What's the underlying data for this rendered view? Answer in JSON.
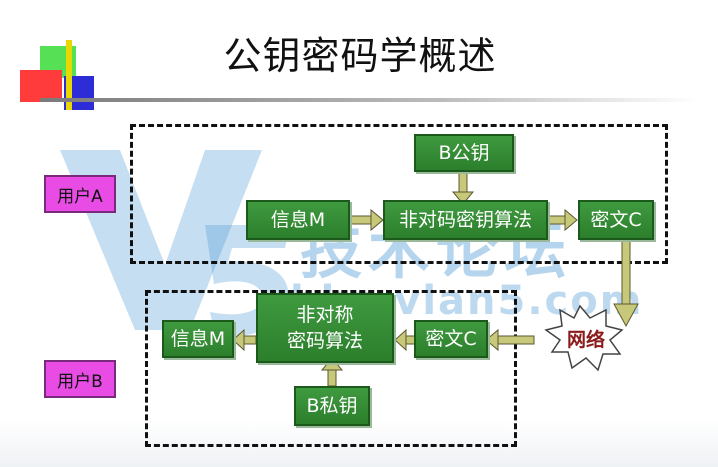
{
  "title": "公钥密码学概述",
  "users": {
    "a": "用户A",
    "b": "用户B"
  },
  "boxes": {
    "b_public_key": "B公钥",
    "message_a": "信息M",
    "algorithm_a": "非对码密钥算法",
    "cipher_a": "密文C",
    "algorithm_b_line1": "非对称",
    "algorithm_b_line2": "密码算法",
    "message_b": "信息M",
    "cipher_b": "密文C",
    "b_private_key": "B私钥"
  },
  "network": "网络",
  "watermark": {
    "line1": "技术论坛",
    "line2": "bbs.vlan5.com"
  },
  "colors": {
    "box_fill": "#2e8b2e",
    "user_fill": "#e84ce4",
    "arrow": "#c8c87a",
    "network_text": "#8b1a1a",
    "watermark": "#5aa0d7"
  }
}
